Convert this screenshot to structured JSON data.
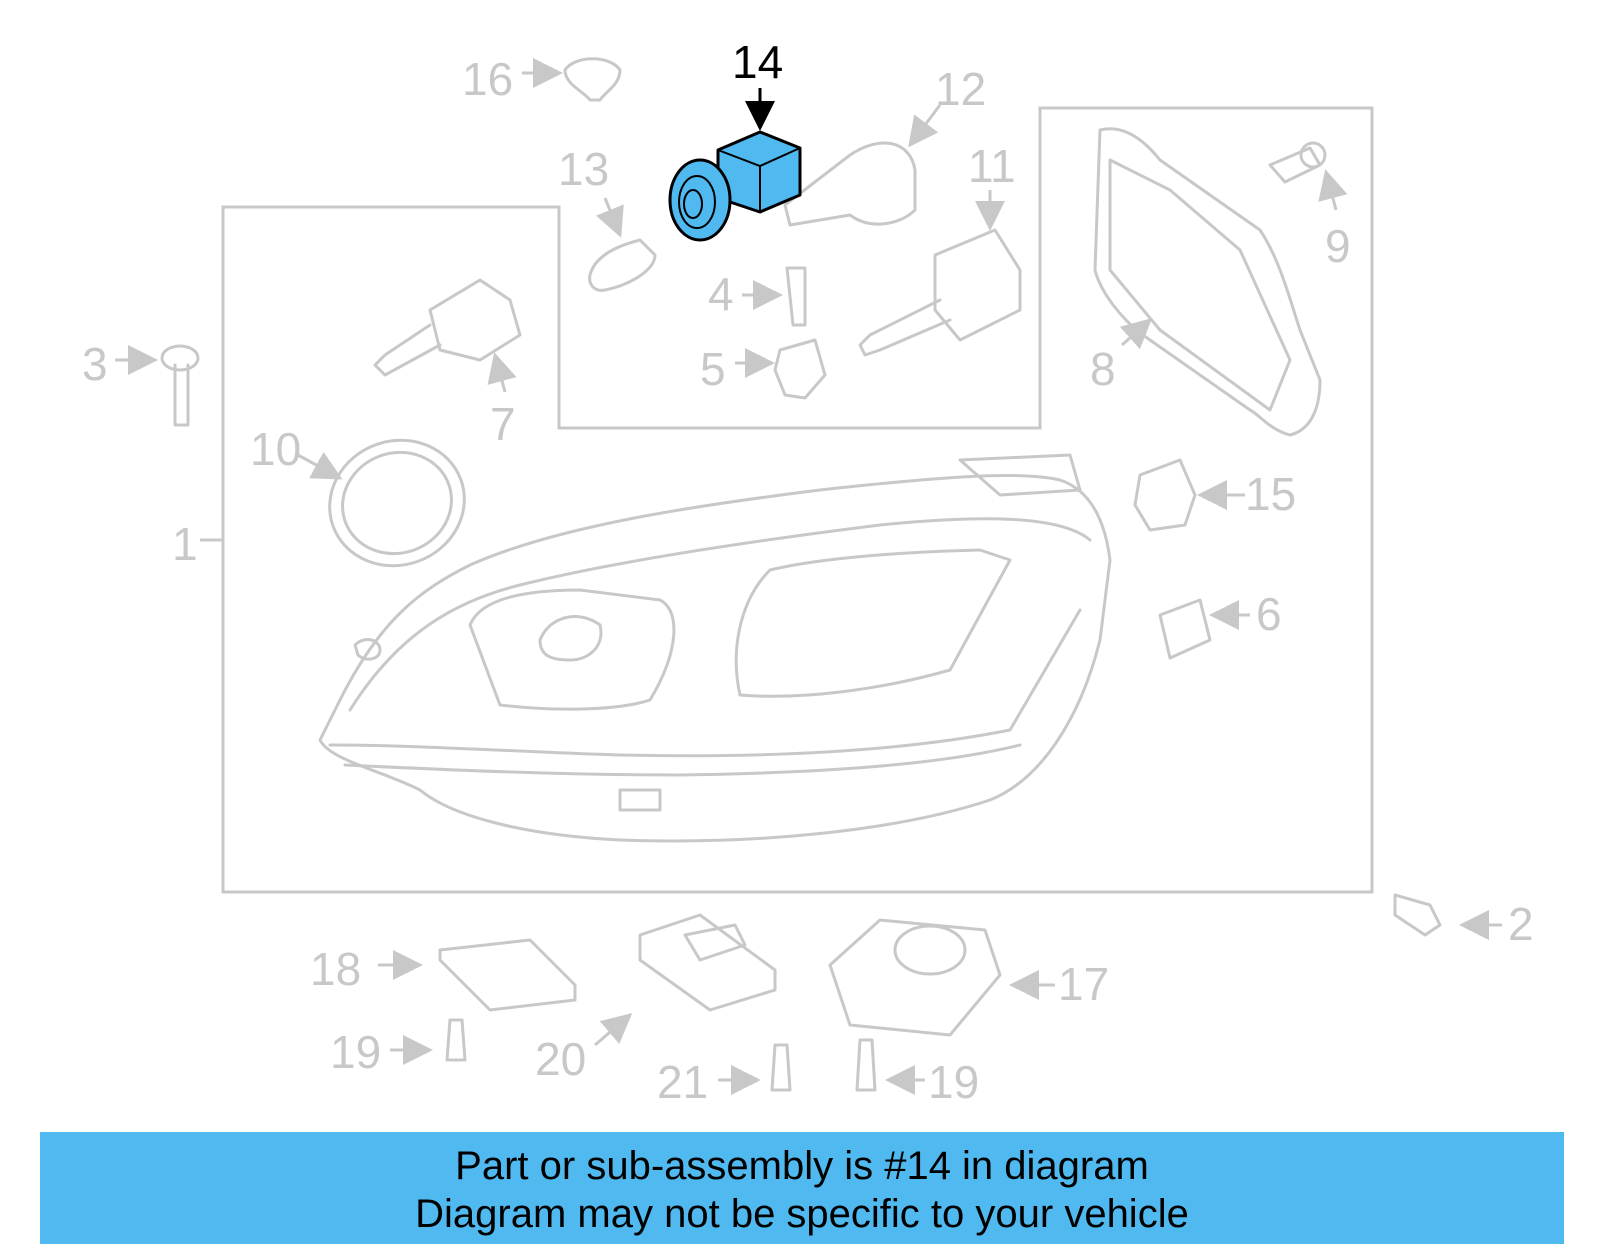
{
  "callouts": {
    "c1": "1",
    "c2": "2",
    "c3": "3",
    "c4": "4",
    "c5": "5",
    "c6": "6",
    "c7": "7",
    "c8": "8",
    "c9": "9",
    "c10": "10",
    "c11": "11",
    "c12": "12",
    "c13": "13",
    "c14": "14",
    "c15": "15",
    "c16": "16",
    "c17": "17",
    "c18": "18",
    "c19a": "19",
    "c19b": "19",
    "c20": "20",
    "c21": "21"
  },
  "highlight": {
    "part": "14",
    "color": "#4fb9f0"
  },
  "banner": {
    "line1": "Part or sub-assembly is #14 in diagram",
    "line2": "Diagram may not be specific to your vehicle"
  },
  "colors": {
    "banner": "#4fb9f0",
    "part_lines": "#c8c8c8",
    "active": "#000000"
  }
}
